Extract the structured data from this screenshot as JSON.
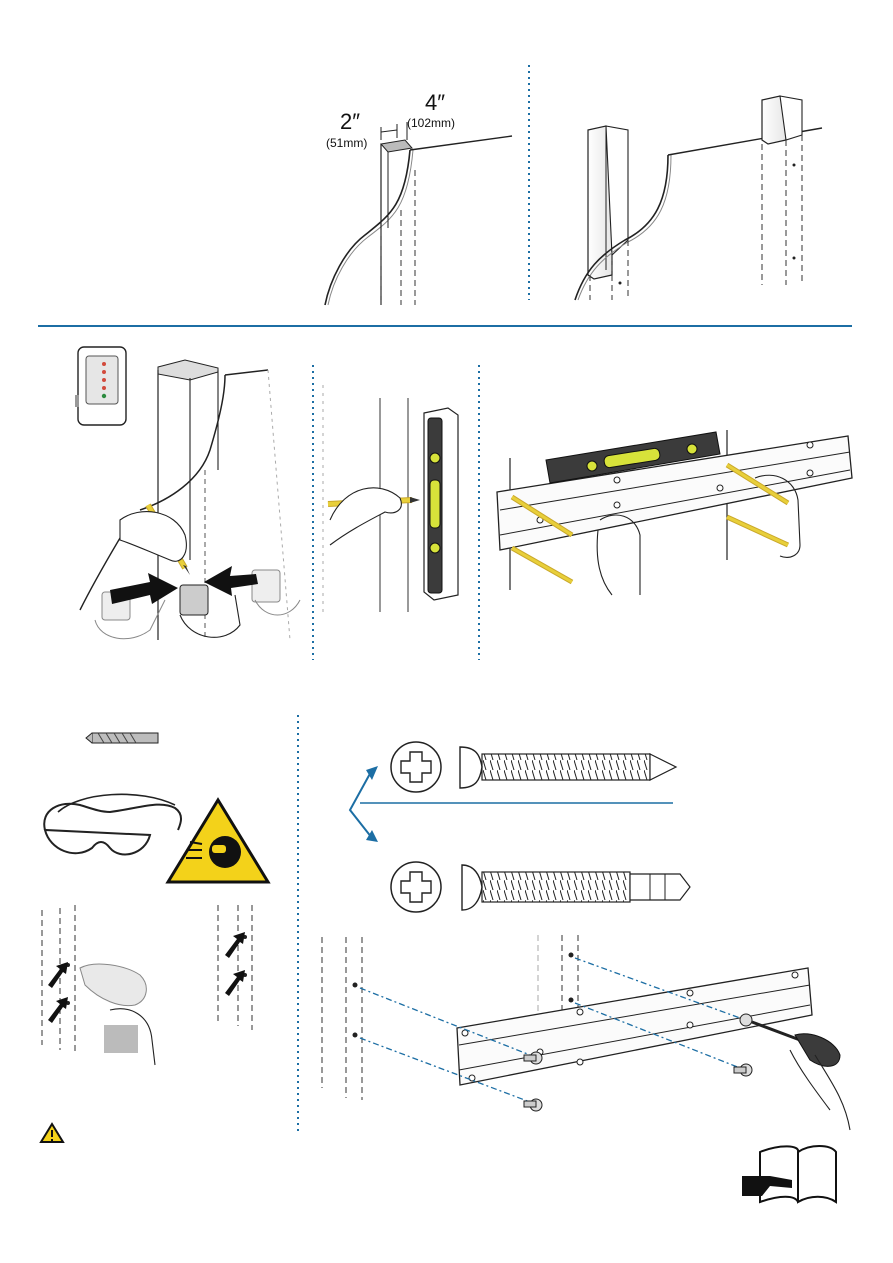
{
  "dimensions": {
    "stud_width": "2″",
    "stud_width_metric": "(51mm)",
    "stud_spacing": "4″",
    "stud_spacing_metric": "(102mm)"
  },
  "colors": {
    "divider_blue": "#1c6ea4",
    "pencil_yellow": "#e8cf3a",
    "warning_yellow": "#f3d21a",
    "level_vial": "#d7e23a"
  },
  "icons": {
    "warning": "warning-triangle-icon",
    "manual": "manual-book-icon",
    "eye_protection": "eye-protection-warning-icon"
  }
}
